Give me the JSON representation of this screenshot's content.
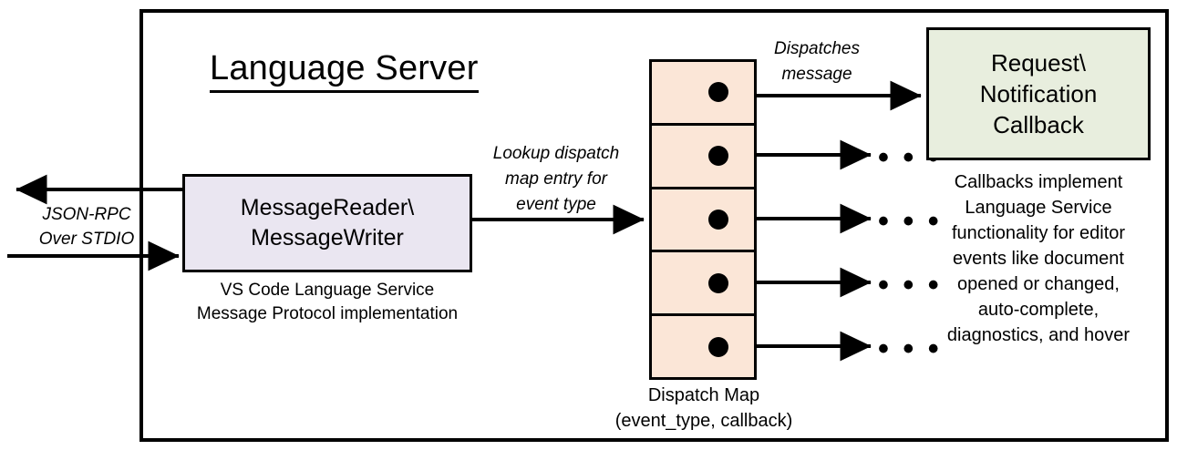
{
  "diagram": {
    "title": "Language Server",
    "frame_name": "language-server-boundary"
  },
  "nodes": {
    "reader_writer": {
      "label": "MessageReader\\\nMessageWriter",
      "caption": "VS Code Language Service\nMessage Protocol implementation",
      "fill": "#EAE6F1"
    },
    "dispatch_map": {
      "caption": "Dispatch Map\n(event_type, callback)",
      "fill": "#FBE6D7",
      "row_count": 5,
      "rows": [
        {
          "index": 1,
          "has_dot": true,
          "target": "callback-box"
        },
        {
          "index": 2,
          "has_dot": true,
          "target": "ellipsis"
        },
        {
          "index": 3,
          "has_dot": true,
          "target": "ellipsis"
        },
        {
          "index": 4,
          "has_dot": true,
          "target": "ellipsis"
        },
        {
          "index": 5,
          "has_dot": true,
          "target": "ellipsis"
        }
      ]
    },
    "callback": {
      "label": "Request\\\nNotification\nCallback",
      "caption": "Callbacks implement\nLanguage Service\nfunctionality for editor\nevents like document\nopened or changed,\nauto-complete,\ndiagnostics, and hover",
      "fill": "#E8EEDE"
    }
  },
  "edges": {
    "json_rpc": "JSON-RPC\nOver STDIO",
    "lookup": "Lookup dispatch\nmap entry for\nevent type",
    "dispatches": "Dispatches\nmessage"
  },
  "ellipsis": {
    "glyph": "• • •",
    "count": 4
  },
  "colors": {
    "stroke": "#000000",
    "background": "#FFFFFF",
    "reader_fill": "#EAE6F1",
    "map_fill": "#FBE6D7",
    "callback_fill": "#E8EEDE"
  }
}
